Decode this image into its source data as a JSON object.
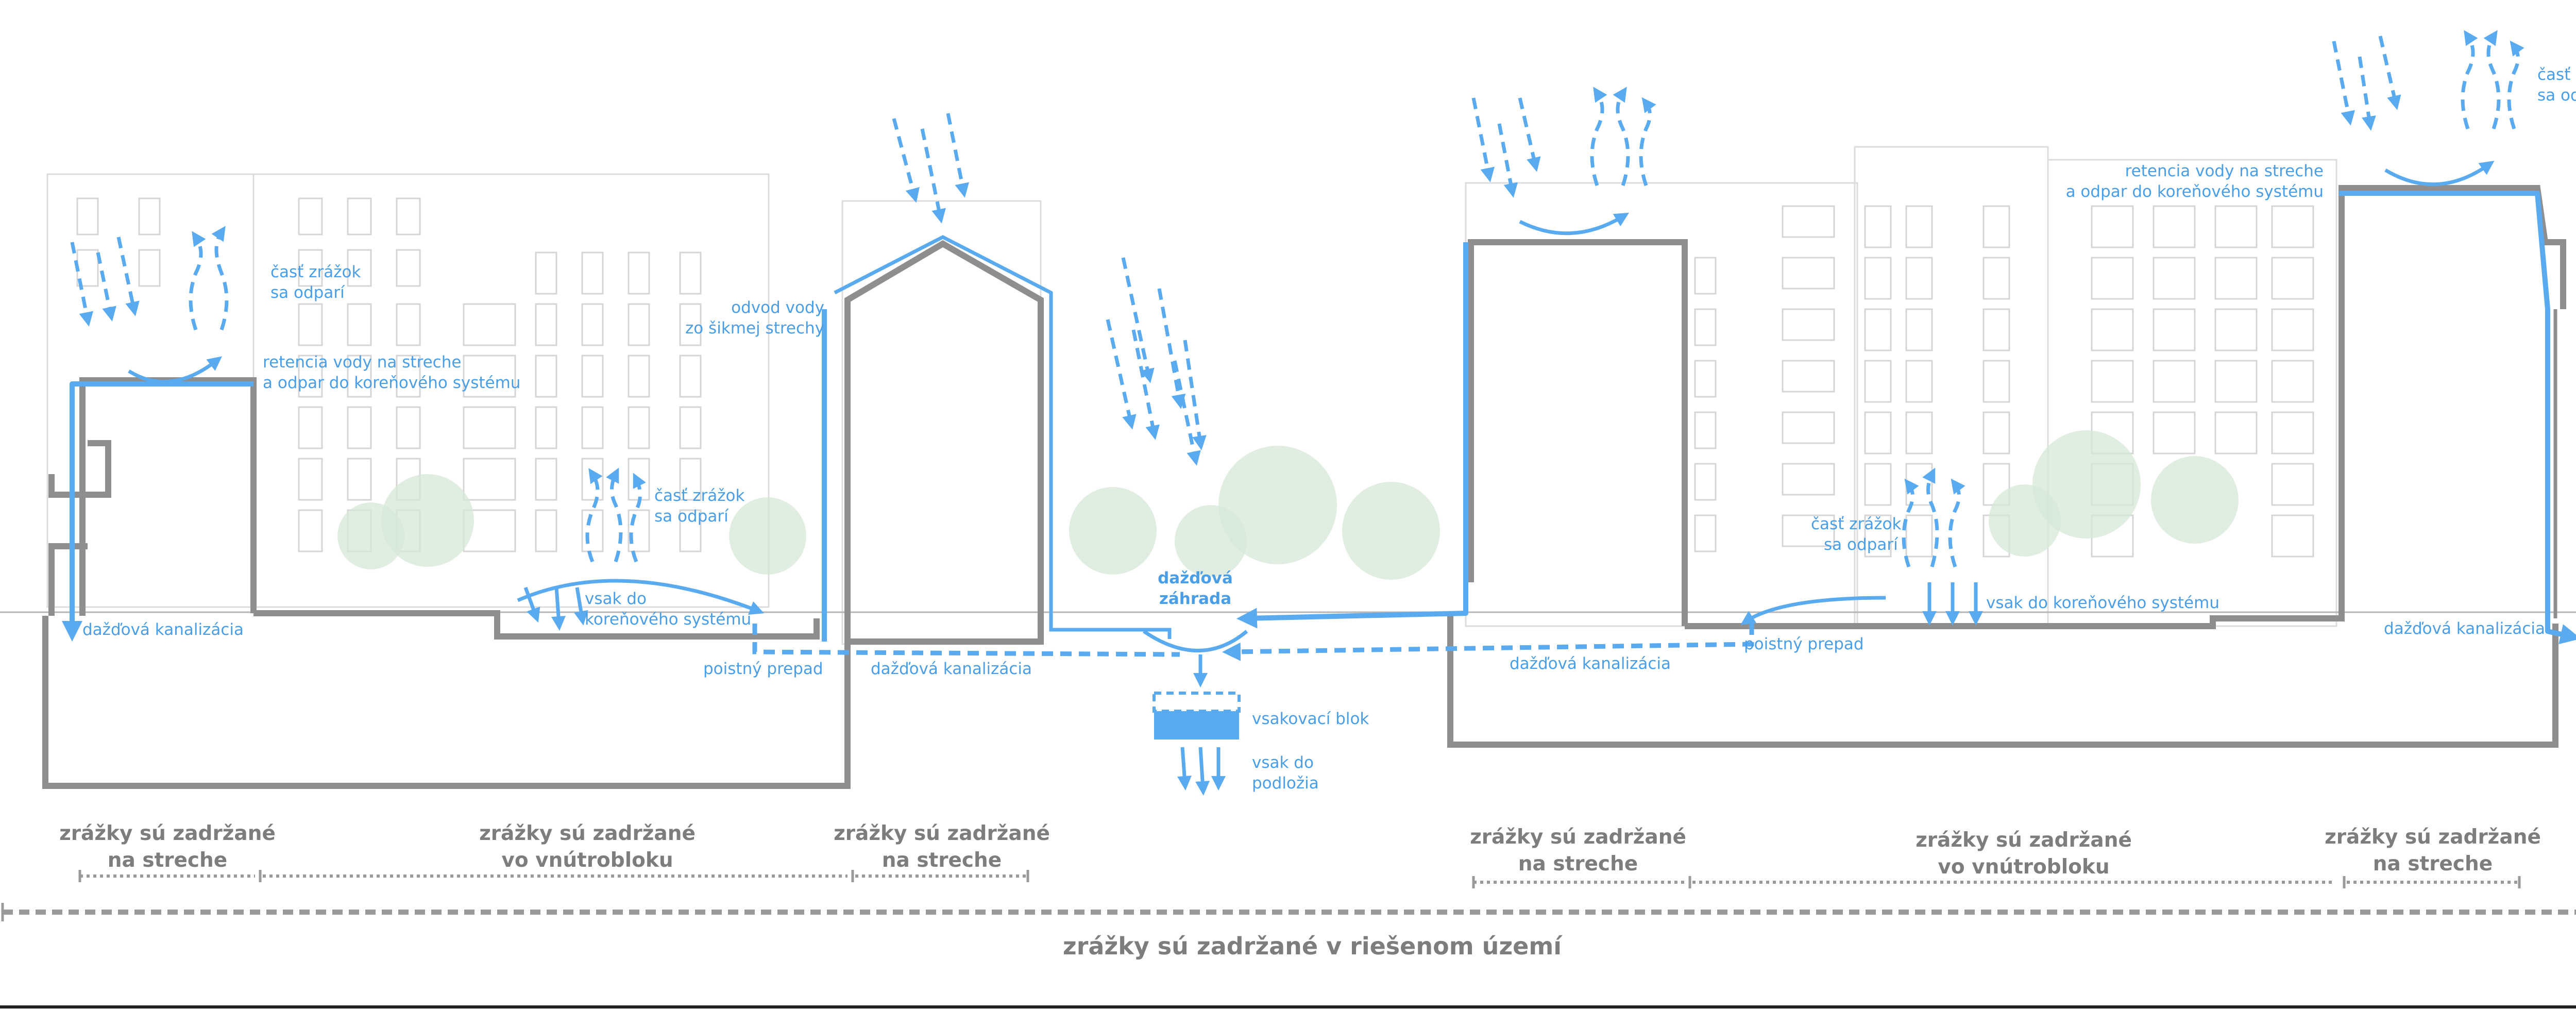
{
  "colors": {
    "water": "#5aaaf0",
    "section": "#8e8e8e",
    "background_lines": "#dcdcdc",
    "vegetation": "#d5e8d7",
    "zone_text": "#7d7d7d"
  },
  "labels": {
    "cast_zrazok_left_1": "časť zrážok",
    "cast_zrazok_left_2": "sa odparí",
    "retencia_left_1": "retencia vody na streche",
    "retencia_left_2": "a odpar do koreňového systému",
    "dazdova_kanalizacia_left": "dažďová kanalizácia",
    "cast_zrazok_yard_left_1": "časť zrážok",
    "cast_zrazok_yard_left_2": "sa odparí",
    "vsak_left_1": "vsak do",
    "vsak_left_2": "koreňového systému",
    "poistny_prepad_left": "poistný prepad",
    "odvod_vody_1": "odvod vody",
    "odvod_vody_2": "zo šikmej strechy",
    "dazdova_kanalizacia_mid": "dažďová kanalizácia",
    "dazdova_zahrada_1": "dažďová",
    "dazdova_zahrada_2": "záhrada",
    "vsakovaci_blok": "vsakovací blok",
    "vsak_podlozia_1": "vsak do",
    "vsak_podlozia_2": "podložia",
    "dazdova_kanalizacia_right": "dažďová kanalizácia",
    "poistny_prepad_right": "poistný prepad",
    "cast_zrazok_yard_right_1": "časť zrážok",
    "cast_zrazok_yard_right_2": "sa odparí",
    "vsak_right": "vsak do koreňového systému",
    "retencia_right_1": "retencia vody na streche",
    "retencia_right_2": "a odpar do koreňového systému",
    "cast_zrazok_right_1": "časť zrážok",
    "cast_zrazok_right_2": "sa odparí",
    "dazdova_kanalizacia_far_right": "dažďová kanalizácia"
  },
  "zones": [
    {
      "line1": "zrážky sú zadržané",
      "line2": "na streche"
    },
    {
      "line1": "zrážky sú zadržané",
      "line2": "vo vnútrobloku"
    },
    {
      "line1": "zrážky sú zadržané",
      "line2": "na streche"
    },
    {
      "line1": "zrážky sú zadržané",
      "line2": "na streche"
    },
    {
      "line1": "zrážky sú zadržané",
      "line2": "vo vnútrobloku"
    },
    {
      "line1": "zrážky sú zadržané",
      "line2": "na streche"
    }
  ],
  "total_zone": "zrážky sú zadržané v riešenom území"
}
